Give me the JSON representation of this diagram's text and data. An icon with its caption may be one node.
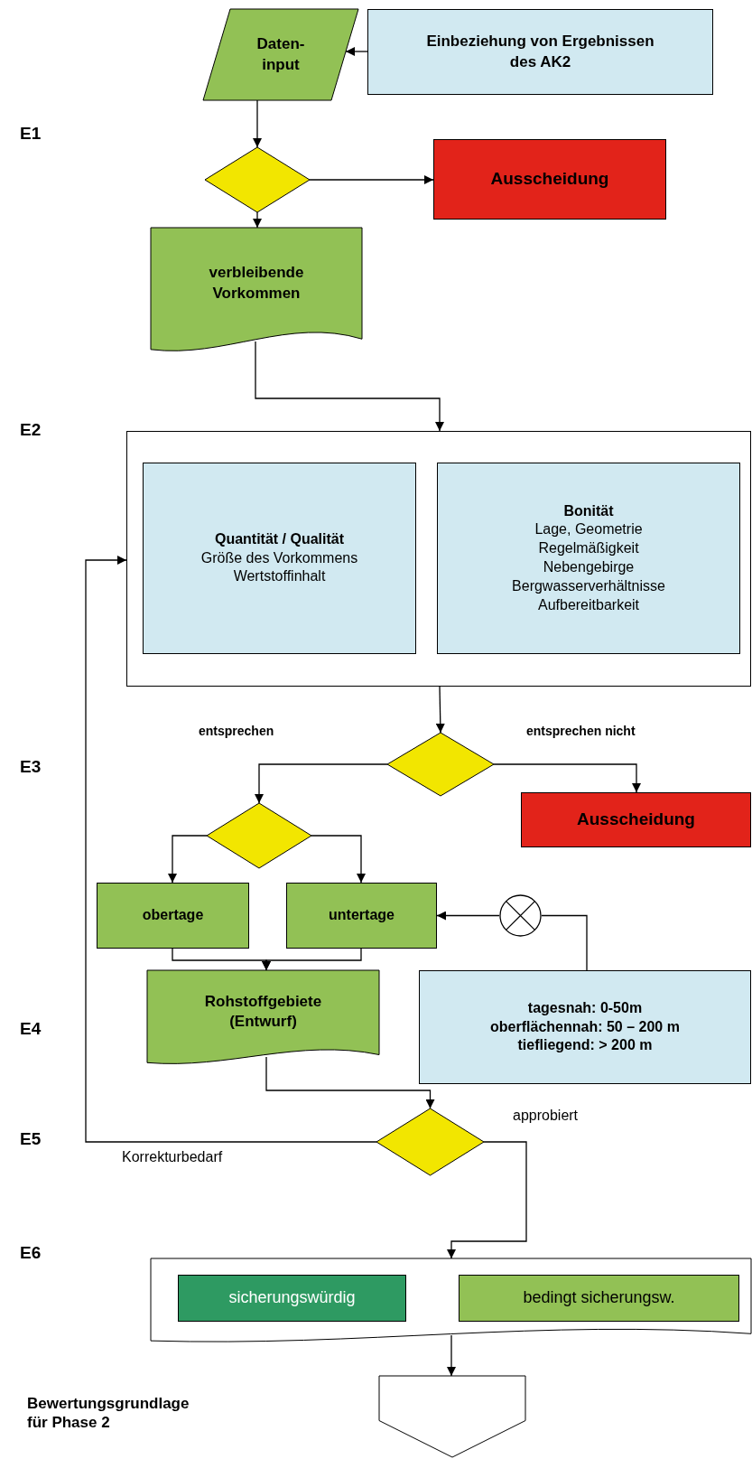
{
  "diagram": {
    "nodes": [
      {
        "text": [
          "Daten- input"
        ]
      },
      {
        "text": [
          "Einbeziehung von Ergebnissen des AK2"
        ]
      },
      {
        "text": [],
        "shape": "diamond"
      },
      {
        "text": [
          "Ausscheidung"
        ]
      },
      {
        "text": [
          "verbleibende Vorkommen"
        ]
      },
      {
        "text": [],
        "shape": "box"
      },
      {
        "text": [
          "Quantität / Qualität",
          "Größe des Vorkommens",
          "Wertstoffinhalt"
        ],
        "in": 5
      },
      {
        "text": [
          "Bonität",
          "Lage, Geometrie",
          "Regelmäßigkeit",
          "Nebengebirge",
          "Bergwasserverhältnisse",
          "Aufbereitbarkeit"
        ],
        "in": 5
      },
      {
        "text": [],
        "shape": "diamond"
      },
      {
        "text": [
          "Ausscheidung"
        ]
      },
      {
        "text": [],
        "shape": "diamond"
      },
      {
        "text": [
          "obertage"
        ]
      },
      {
        "text": [
          "untertage"
        ]
      },
      {
        "text": [],
        "shape": "circle"
      },
      {
        "text": [
          "tagesnah: 0-50m",
          "oberflächennah: 50 – 200 m",
          "tiefliegend: > 200 m"
        ]
      },
      {
        "text": [
          "Rohstoffgebiete (Entwurf)"
        ]
      },
      {
        "text": [],
        "shape": "diamond"
      },
      {
        "text": [],
        "shape": "box"
      },
      {
        "text": [
          "sicherungswürdig"
        ],
        "in": 17
      },
      {
        "text": [
          "bedingt sicherungsw."
        ],
        "in": 17
      },
      {
        "text": [],
        "shape": "pentagon"
      }
    ],
    "edges": [
      {
        "from": 1,
        "to": 0,
        "arrow": "to"
      },
      {
        "from": 0,
        "to": 2,
        "arrow": "to"
      },
      {
        "from": 2,
        "to": 3,
        "arrow": "to"
      },
      {
        "from": 2,
        "to": 4,
        "arrow": "to"
      },
      {
        "from": 4,
        "to": 5,
        "arrow": "to"
      },
      {
        "from": 5,
        "to": 8,
        "arrow": "to"
      },
      {
        "from": 8,
        "to": 10,
        "arrow": "to",
        "label": "entsprechen"
      },
      {
        "from": 8,
        "to": 9,
        "arrow": "to",
        "label": "entsprechen nicht"
      },
      {
        "from": 10,
        "to": 11,
        "arrow": "to"
      },
      {
        "from": 10,
        "to": 12,
        "arrow": "to"
      },
      {
        "from": 11,
        "to": 15,
        "arrow": "to"
      },
      {
        "from": 12,
        "to": 15,
        "arrow": "to"
      },
      {
        "from": 14,
        "to": 13,
        "arrow": "none"
      },
      {
        "from": 13,
        "to": 12,
        "arrow": "to"
      },
      {
        "from": 15,
        "to": 16,
        "arrow": "to"
      },
      {
        "from": 16,
        "to": 5,
        "arrow": "to",
        "label": "Korrekturbedarf"
      },
      {
        "from": 16,
        "to": 17,
        "arrow": "to",
        "label": "approbiert"
      },
      {
        "from": 17,
        "to": 20,
        "arrow": "to"
      }
    ],
    "labels": [
      "E1",
      "E2",
      "E3",
      "E4",
      "E5",
      "E6",
      "Bewertungsgrundlage für Phase 2"
    ]
  }
}
